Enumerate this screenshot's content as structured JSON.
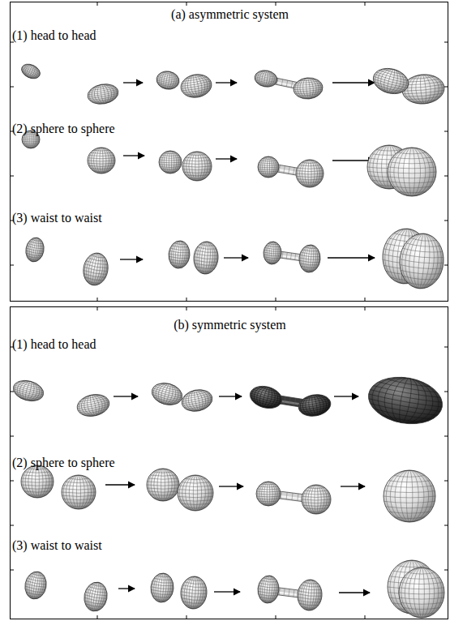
{
  "diagram": {
    "nodes": [
      {
        "text": [
          "(a) asymmetric system",
          "(1) head to head",
          "(2) sphere to sphere",
          "(3) waist to waist"
        ]
      },
      {
        "text": [
          "(b) symmetric system",
          "(1) head to head",
          "(2) sphere to sphere",
          "(3) waist to waist"
        ]
      }
    ]
  }
}
